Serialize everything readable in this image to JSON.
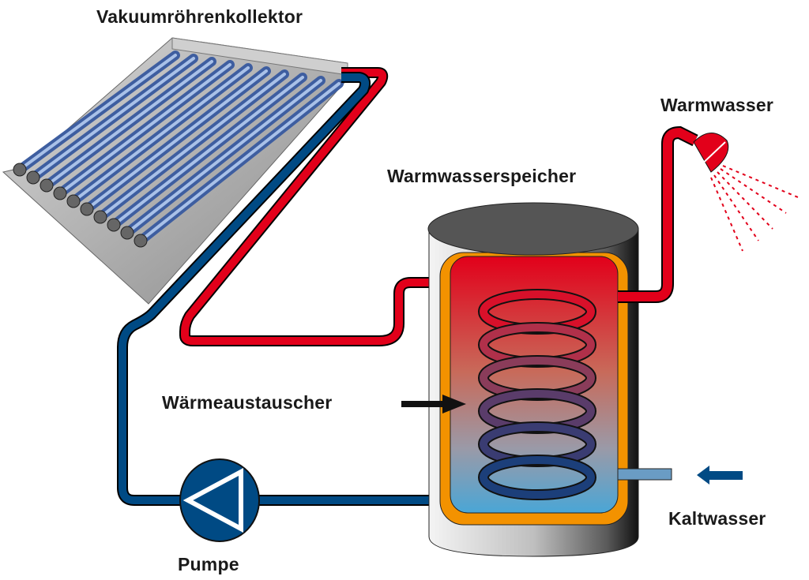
{
  "labels": {
    "collector": "Vakuumröhrenkollektor",
    "hot_water": "Warmwasser",
    "storage_tank": "Warmwasserspeicher",
    "heat_exchanger": "Wärmeaustauscher",
    "pump": "Pumpe",
    "cold_water": "Kaltwasser"
  },
  "colors": {
    "hot_pipe": "#e2001a",
    "cold_pipe": "#004a84",
    "insulation": "#f39200",
    "tank_top": "#555555",
    "tube": "#6f8fc8",
    "cold_inlet": "#6a9cc4"
  },
  "collector": {
    "tube_count": 10
  }
}
